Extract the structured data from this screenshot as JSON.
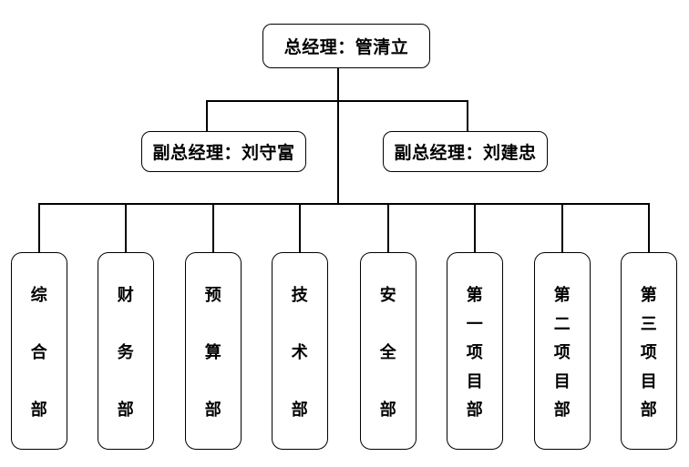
{
  "org_chart": {
    "line_color": "#000000",
    "box_border_color": "#000000",
    "background_color": "#ffffff",
    "root": {
      "label": "总经理：管清立"
    },
    "deputies": [
      {
        "label": "副总经理：刘守富"
      },
      {
        "label": "副总经理：刘建忠"
      }
    ],
    "departments": [
      {
        "label": "综合部"
      },
      {
        "label": "财务部"
      },
      {
        "label": "预算部"
      },
      {
        "label": "技术部"
      },
      {
        "label": "安全部"
      },
      {
        "label": "第一项目部"
      },
      {
        "label": "第二项目部"
      },
      {
        "label": "第三项目部"
      }
    ]
  }
}
